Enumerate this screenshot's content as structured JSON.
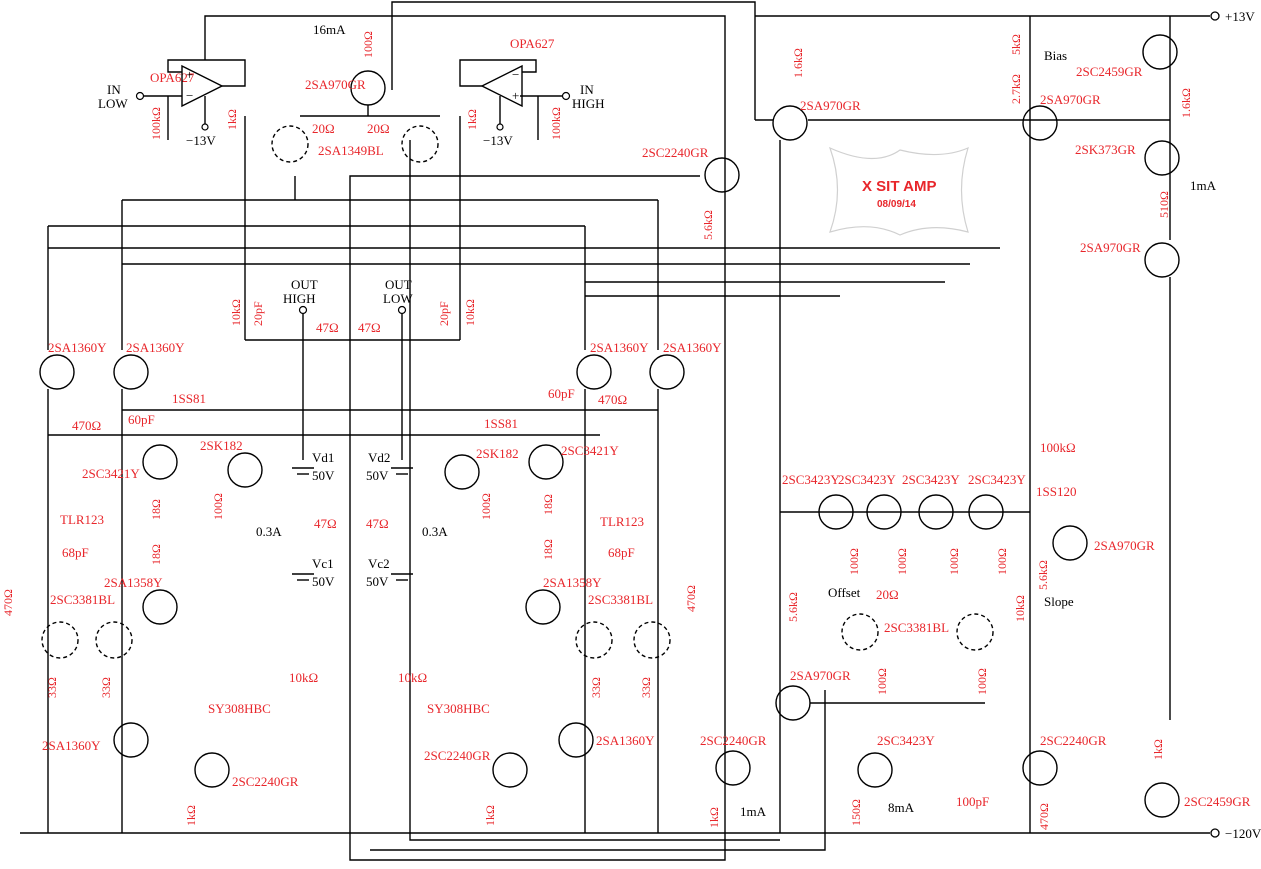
{
  "title_box": {
    "title": "X SIT AMP",
    "date": "08/09/14"
  },
  "rails": {
    "positive": "+13V",
    "negative": "−120V"
  },
  "inputs": {
    "low": [
      "IN",
      "LOW"
    ],
    "high": [
      "IN",
      "HIGH"
    ]
  },
  "outputs": {
    "high": [
      "OUT",
      "HIGH"
    ],
    "low": [
      "OUT",
      "LOW"
    ]
  },
  "opamps": [
    "OPA627",
    "OPA627"
  ],
  "neg13": "−13V",
  "resistors": {
    "r100k": "100kΩ",
    "r1k": "1kΩ",
    "r100": "100Ω",
    "r20": "20Ω",
    "r10k": "10kΩ",
    "r47": "47Ω",
    "r470": "470Ω",
    "r18": "18Ω",
    "r33": "33Ω",
    "r5k6": "5.6kΩ",
    "r1k6": "1.6kΩ",
    "r5k": "5kΩ",
    "r2k7": "2.7kΩ",
    "r510": "510Ω",
    "r150": "150Ω"
  },
  "capacitors": {
    "c20p": "20pF",
    "c60p": "60pF",
    "c68p": "68pF",
    "c100p": "100pF"
  },
  "transistors": {
    "sa970": "2SA970GR",
    "sa1349": "2SA1349BL",
    "sc2240": "2SC2240GR",
    "sa1360": "2SA1360Y",
    "sc3421": "2SC3421Y",
    "sk182": "2SK182",
    "sa1358": "2SA1358Y",
    "sc3381": "2SC3381BL",
    "sc3423": "2SC3423Y",
    "sc2459": "2SC2459GR",
    "sk373": "2SK373GR"
  },
  "diodes": {
    "ss81": "1SS81",
    "ss120": "1SS120",
    "tlr": "TLR123",
    "sy": "SY308HBC"
  },
  "supplies": {
    "vd1": "Vd1",
    "vd2": "Vd2",
    "vc1": "Vc1",
    "vc2": "Vc2",
    "v50": "50V"
  },
  "currents": {
    "i16": "16mA",
    "i1": "1mA",
    "i8": "8mA",
    "i03": "0.3A"
  },
  "controls": {
    "bias": "Bias",
    "offset": "Offset",
    "slope": "Slope"
  }
}
